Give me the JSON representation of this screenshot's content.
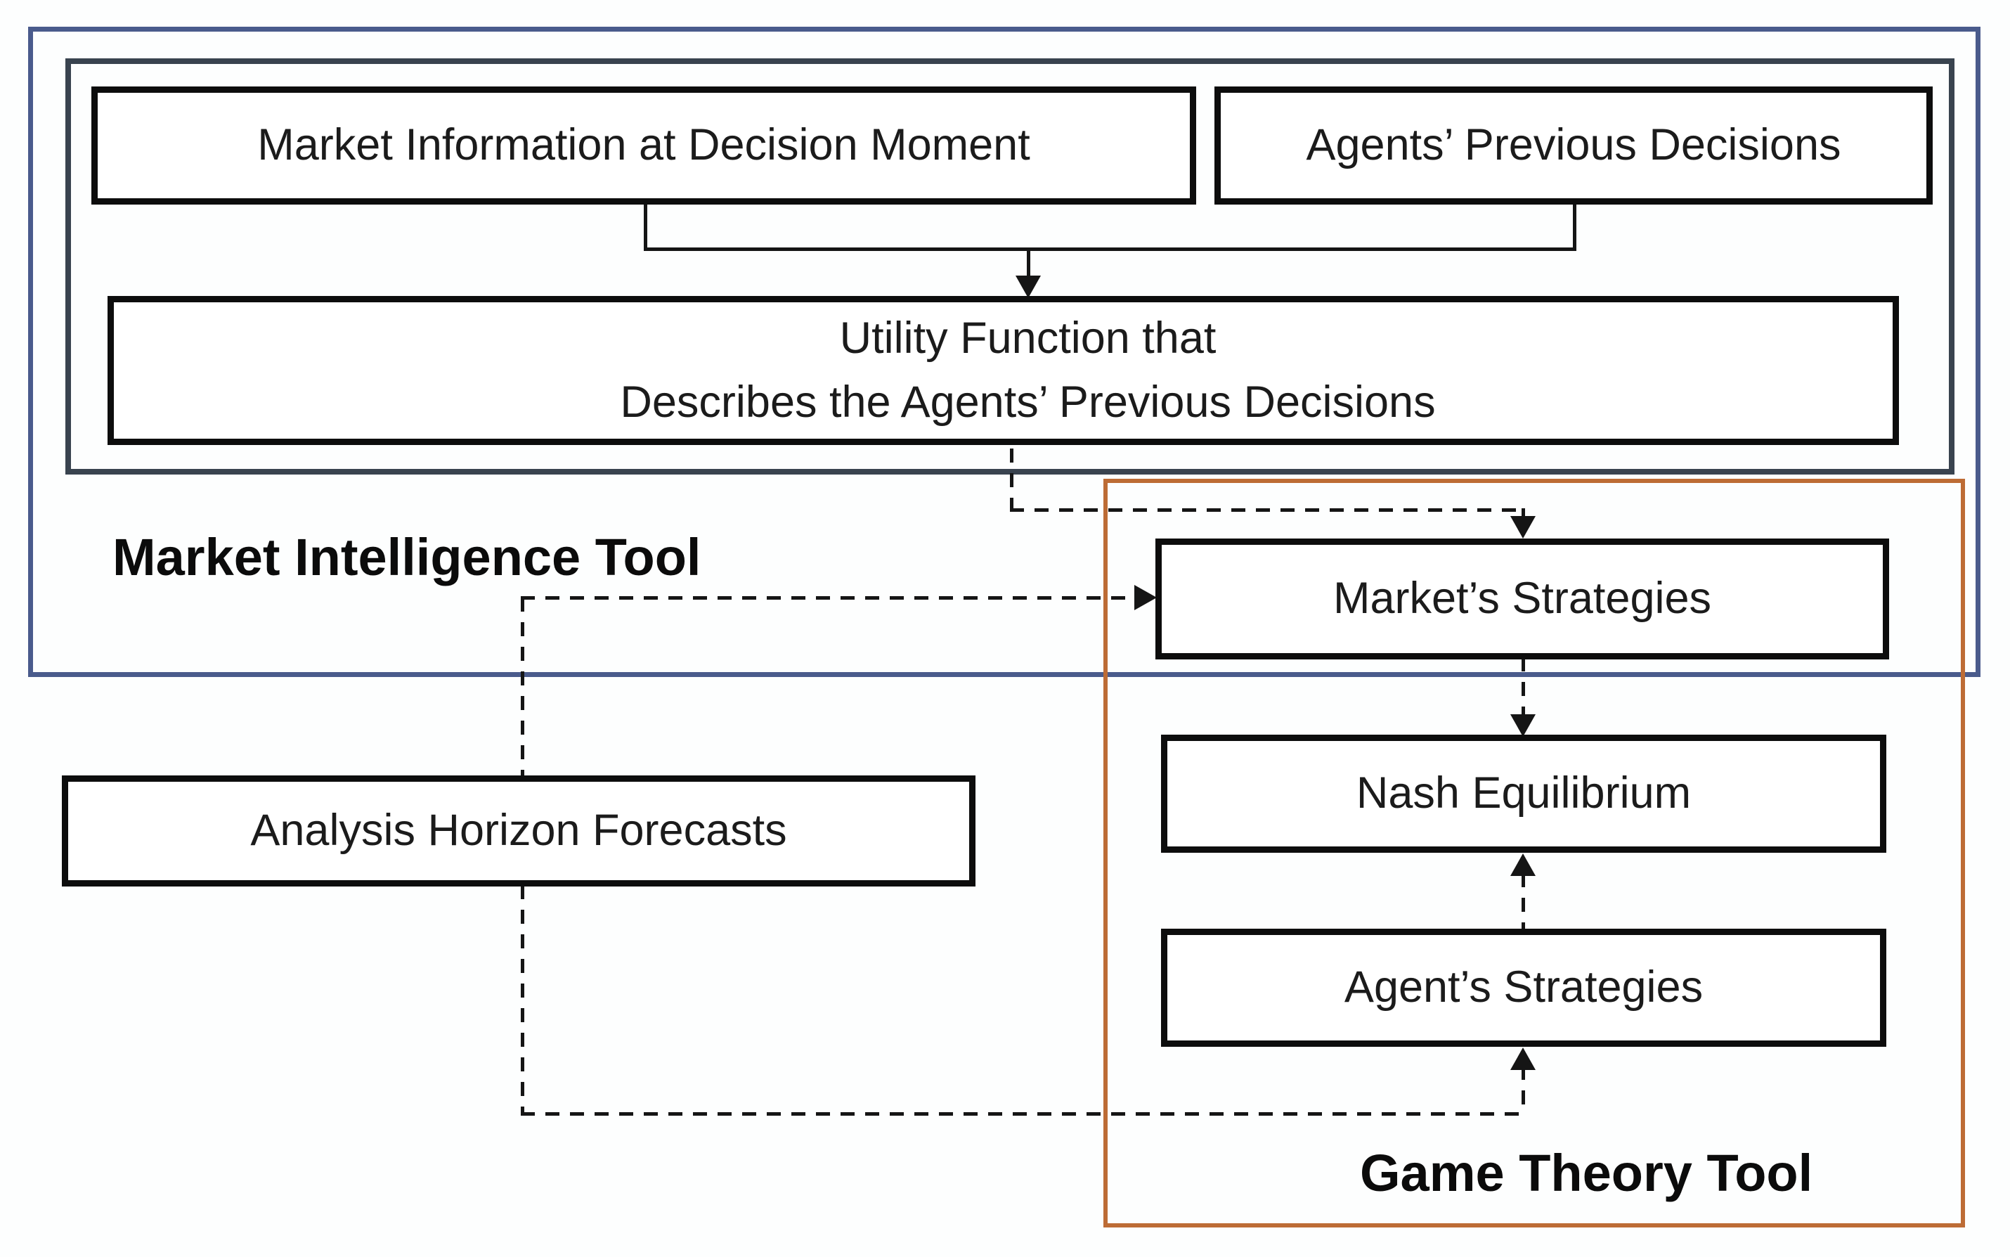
{
  "diagram": {
    "market_intelligence_tool": {
      "label": "Market Intelligence Tool",
      "boxes": {
        "market_info": "Market Information at Decision Moment",
        "agents_previous": "Agents’ Previous Decisions",
        "utility_line1": "Utility Function that",
        "utility_line2": "Describes the Agents’ Previous Decisions"
      }
    },
    "game_theory_tool": {
      "label": "Game Theory Tool",
      "boxes": {
        "markets_strategies": "Market’s Strategies",
        "nash_equilibrium": "Nash Equilibrium",
        "agents_strategies": "Agent’s Strategies"
      }
    },
    "standalone": {
      "analysis_horizon_forecasts": "Analysis Horizon Forecasts"
    },
    "colors": {
      "market_intelligence_border": "#4a5b8c",
      "inner_frame_border": "#39434f",
      "game_theory_border": "#bd6c35",
      "box_border": "#0d0d0d",
      "connector": "#151515",
      "background": "#ffffff"
    }
  }
}
